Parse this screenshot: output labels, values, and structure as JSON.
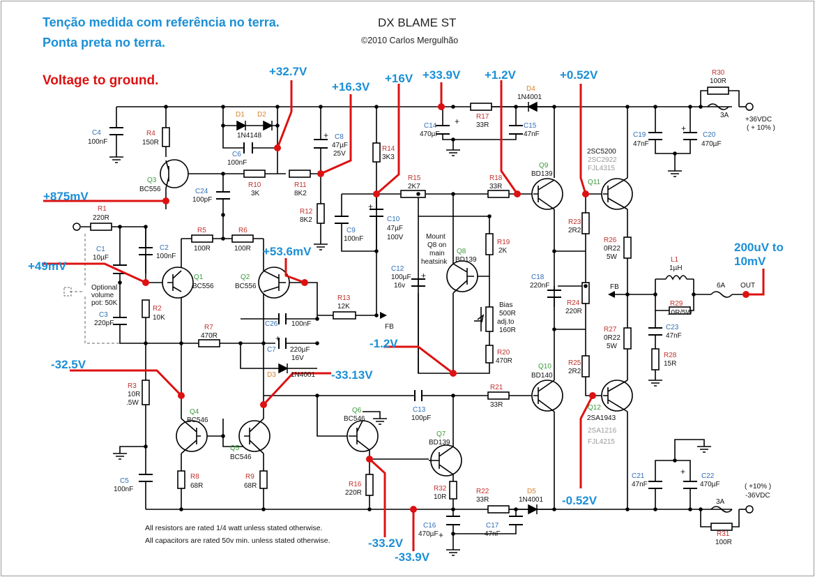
{
  "header": {
    "title": "DX BLAME ST",
    "copyright": "©2010 Carlos Mergulhão",
    "note_pt_1": "Tenção medida com referência no terra.",
    "note_pt_2": "Ponta preta no terra.",
    "note_en": "Voltage to ground."
  },
  "voltages": {
    "v_32_7": "+32.7V",
    "v_16_3": "+16.3V",
    "v_16": "+16V",
    "v_33_9": "+33.9V",
    "v_1_2": "+1.2V",
    "v_0_52": "+0.52V",
    "v_875m": "+875mV",
    "v_49m": "+49mV",
    "v_53_6m": "+53.6mV",
    "v_m32_5": "-32.5V",
    "v_m33_13": "-33.13V",
    "v_m1_2": "-1.2V",
    "v_m33_2": "-33.2V",
    "v_m33_9": "-33.9V",
    "v_m0_52": "-0.52V",
    "v_out_1": "200uV to",
    "v_out_2": "10mV"
  },
  "resistors": {
    "r1": [
      "R1",
      "220R"
    ],
    "r2": [
      "R2",
      "10K"
    ],
    "r3": [
      "R3",
      "10R",
      ".5W"
    ],
    "r4": [
      "R4",
      "150R"
    ],
    "r5": [
      "R5",
      "100R"
    ],
    "r6": [
      "R6",
      "100R"
    ],
    "r7": [
      "R7",
      "470R"
    ],
    "r8": [
      "R8",
      "68R"
    ],
    "r9": [
      "R9",
      "68R"
    ],
    "r10": [
      "R10",
      "3K"
    ],
    "r11": [
      "R11",
      "8K2"
    ],
    "r12": [
      "R12",
      "8K2"
    ],
    "r13": [
      "R13",
      "12K"
    ],
    "r14": [
      "R14",
      "3K3"
    ],
    "r15": [
      "R15",
      "2K7"
    ],
    "r16": [
      "R16",
      "220R"
    ],
    "r17": [
      "R17",
      "33R"
    ],
    "r18": [
      "R18",
      "33R"
    ],
    "r19": [
      "R19",
      "2K"
    ],
    "r20": [
      "R20",
      "470R"
    ],
    "r21": [
      "R21",
      "33R"
    ],
    "r22": [
      "R22",
      "33R"
    ],
    "r23": [
      "R23",
      "2R2"
    ],
    "r24": [
      "R24",
      "220R"
    ],
    "r25": [
      "R25",
      "2R2"
    ],
    "r26": [
      "R26",
      "0R22",
      "5W"
    ],
    "r27": [
      "R27",
      "0R22",
      "5W"
    ],
    "r28": [
      "R28",
      "15R"
    ],
    "r29": [
      "R29",
      "10R/5W"
    ],
    "r30": [
      "R30",
      "100R"
    ],
    "r31": [
      "R31",
      "100R"
    ],
    "r32": [
      "R32",
      "10R"
    ]
  },
  "capacitors": {
    "c1": [
      "C1",
      "10µF"
    ],
    "c2": [
      "C2",
      "100nF"
    ],
    "c3": [
      "C3",
      "220pF"
    ],
    "c4": [
      "C4",
      "100nF"
    ],
    "c5": [
      "C5",
      "100nF"
    ],
    "c6": [
      "C6",
      "100nF"
    ],
    "c7": [
      "C7",
      "220µF",
      "16V"
    ],
    "c8": [
      "C8",
      "47µF",
      "25V"
    ],
    "c9": [
      "C9",
      "100nF"
    ],
    "c10": [
      "C10",
      "47µF",
      "100V"
    ],
    "c12": [
      "C12",
      "100µF",
      "16v"
    ],
    "c13": [
      "C13",
      "100pF"
    ],
    "c14": [
      "C14",
      "470µF"
    ],
    "c15": [
      "C15",
      "47nF"
    ],
    "c16": [
      "C16",
      "470µF"
    ],
    "c17": [
      "C17",
      "47nF"
    ],
    "c18": [
      "C18",
      "220nF"
    ],
    "c19": [
      "C19",
      "47nF"
    ],
    "c20": [
      "C20",
      "470µF"
    ],
    "c21": [
      "C21",
      "47nF"
    ],
    "c22": [
      "C22",
      "470µF"
    ],
    "c23": [
      "C23",
      "47nF"
    ],
    "c24": [
      "C24",
      "100pF"
    ],
    "c26": [
      "C26",
      "100nF"
    ]
  },
  "transistors": {
    "q1": [
      "Q1",
      "BC556"
    ],
    "q2": [
      "Q2",
      "BC556"
    ],
    "q3": [
      "Q3",
      "BC556"
    ],
    "q4": [
      "Q4",
      "BC546"
    ],
    "q5": [
      "Q5",
      "BC546"
    ],
    "q6": [
      "Q6",
      "BC546"
    ],
    "q7": [
      "Q7",
      "BD139"
    ],
    "q8": [
      "Q8",
      "BD139"
    ],
    "q9": [
      "Q9",
      "BD139"
    ],
    "q10": [
      "Q10",
      "BD140"
    ],
    "q11": [
      "Q11",
      "2SC5200",
      "2SC2922",
      "FJL4315"
    ],
    "q12": [
      "Q12",
      "2SA1943",
      "2SA1216",
      "FJL4215"
    ]
  },
  "diodes": {
    "d1": [
      "D1",
      "1N4148"
    ],
    "d2": [
      "D2"
    ],
    "d3": [
      "D3",
      "1N4001"
    ],
    "d4": [
      "D4",
      "1N4001"
    ],
    "d5": [
      "D5",
      "1N4001"
    ]
  },
  "misc": {
    "l1": [
      "L1",
      "1µH"
    ],
    "fuse_6a": "6A",
    "fuse_3a_top": "3A",
    "fuse_3a_bot": "3A",
    "out": "OUT",
    "fb_1": "FB",
    "fb_2": "FB",
    "supply_pos_1": "+36VDC",
    "supply_pos_2": "( + 10% )",
    "supply_neg_1": "( +10% )",
    "supply_neg_2": "-36VDC",
    "opt_1": "Optional",
    "opt_2": "volume",
    "opt_3": "pot: 50K",
    "mount_1": "Mount",
    "mount_2": "Q8 on",
    "mount_3": "main",
    "mount_4": "heatsink",
    "bias_1": "Bias",
    "bias_2": "500R",
    "bias_3": "adj.to",
    "bias_4": "160R",
    "footnote_1": "All resistors are rated 1/4 watt unless stated otherwise.",
    "footnote_2": "All capacitors are rated 50v min. unless stated otherwise."
  }
}
